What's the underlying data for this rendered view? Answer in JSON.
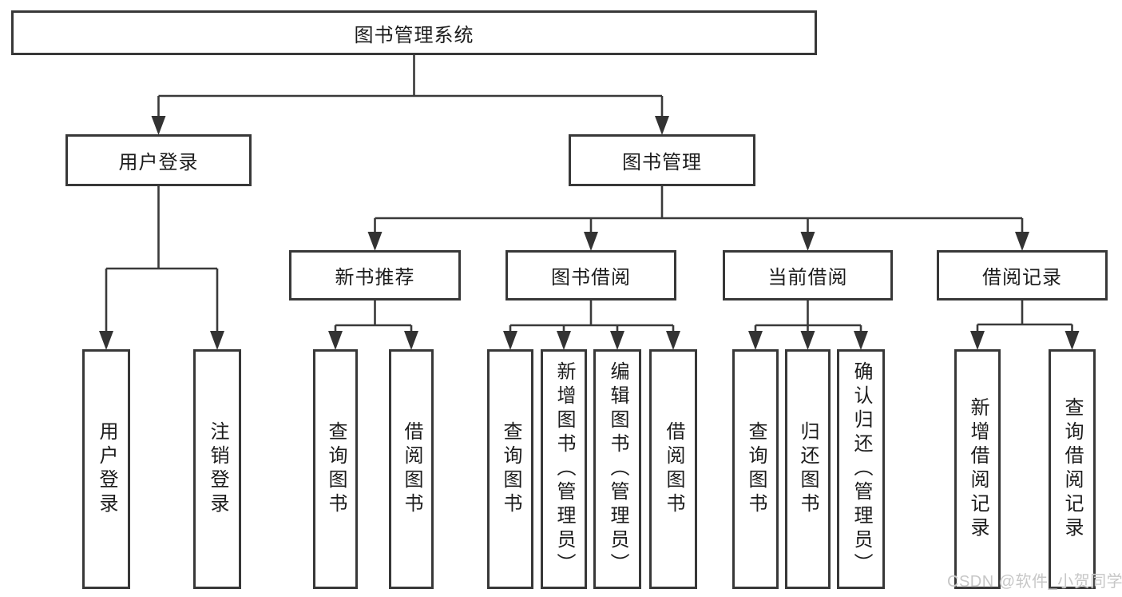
{
  "diagram": {
    "type": "tree",
    "title": "图书管理系统",
    "watermark": "CSDN @软件_小贺同学",
    "colors": {
      "line": "#3a3a3a",
      "arrow": "#333333",
      "box_border": "#383838",
      "text": "#1c1c1c",
      "watermark": "#c7c7c7",
      "background": "#ffffff"
    },
    "nodes": [
      {
        "id": "root",
        "label": "图书管理系统",
        "orientation": "horizontal"
      },
      {
        "id": "user-login",
        "label": "用户登录",
        "orientation": "horizontal"
      },
      {
        "id": "book-mgmt",
        "label": "图书管理",
        "orientation": "horizontal"
      },
      {
        "id": "new-book-rec",
        "label": "新书推荐",
        "orientation": "horizontal"
      },
      {
        "id": "book-borrow",
        "label": "图书借阅",
        "orientation": "horizontal"
      },
      {
        "id": "current-borrow",
        "label": "当前借阅",
        "orientation": "horizontal"
      },
      {
        "id": "borrow-records",
        "label": "借阅记录",
        "orientation": "horizontal"
      },
      {
        "id": "leaf-user-login",
        "label": "用户登录",
        "orientation": "vertical"
      },
      {
        "id": "leaf-logout",
        "label": "注销登录",
        "orientation": "vertical"
      },
      {
        "id": "leaf-query-book-1",
        "label": "查询图书",
        "orientation": "vertical"
      },
      {
        "id": "leaf-borrow-book-1",
        "label": "借阅图书",
        "orientation": "vertical"
      },
      {
        "id": "leaf-query-book-2",
        "label": "查询图书",
        "orientation": "vertical"
      },
      {
        "id": "leaf-add-book",
        "label": "新增图书（管理员）",
        "orientation": "vertical"
      },
      {
        "id": "leaf-edit-book",
        "label": "编辑图书（管理员）",
        "orientation": "vertical"
      },
      {
        "id": "leaf-borrow-book-2",
        "label": "借阅图书",
        "orientation": "vertical"
      },
      {
        "id": "leaf-query-book-3",
        "label": "查询图书",
        "orientation": "vertical"
      },
      {
        "id": "leaf-return-book",
        "label": "归还图书",
        "orientation": "vertical"
      },
      {
        "id": "leaf-confirm-return",
        "label": "确认归还（管理员）",
        "orientation": "vertical"
      },
      {
        "id": "leaf-add-record",
        "label": "新增借阅记录",
        "orientation": "vertical"
      },
      {
        "id": "leaf-query-record",
        "label": "查询借阅记录",
        "orientation": "vertical"
      }
    ],
    "edges": [
      {
        "from": "root",
        "to": "user-login"
      },
      {
        "from": "root",
        "to": "book-mgmt"
      },
      {
        "from": "user-login",
        "to": "leaf-user-login"
      },
      {
        "from": "user-login",
        "to": "leaf-logout"
      },
      {
        "from": "book-mgmt",
        "to": "new-book-rec"
      },
      {
        "from": "book-mgmt",
        "to": "book-borrow"
      },
      {
        "from": "book-mgmt",
        "to": "current-borrow"
      },
      {
        "from": "book-mgmt",
        "to": "borrow-records"
      },
      {
        "from": "new-book-rec",
        "to": "leaf-query-book-1"
      },
      {
        "from": "new-book-rec",
        "to": "leaf-borrow-book-1"
      },
      {
        "from": "book-borrow",
        "to": "leaf-query-book-2"
      },
      {
        "from": "book-borrow",
        "to": "leaf-add-book"
      },
      {
        "from": "book-borrow",
        "to": "leaf-edit-book"
      },
      {
        "from": "book-borrow",
        "to": "leaf-borrow-book-2"
      },
      {
        "from": "current-borrow",
        "to": "leaf-query-book-3"
      },
      {
        "from": "current-borrow",
        "to": "leaf-return-book"
      },
      {
        "from": "current-borrow",
        "to": "leaf-confirm-return"
      },
      {
        "from": "borrow-records",
        "to": "leaf-add-record"
      },
      {
        "from": "borrow-records",
        "to": "leaf-query-record"
      }
    ]
  }
}
